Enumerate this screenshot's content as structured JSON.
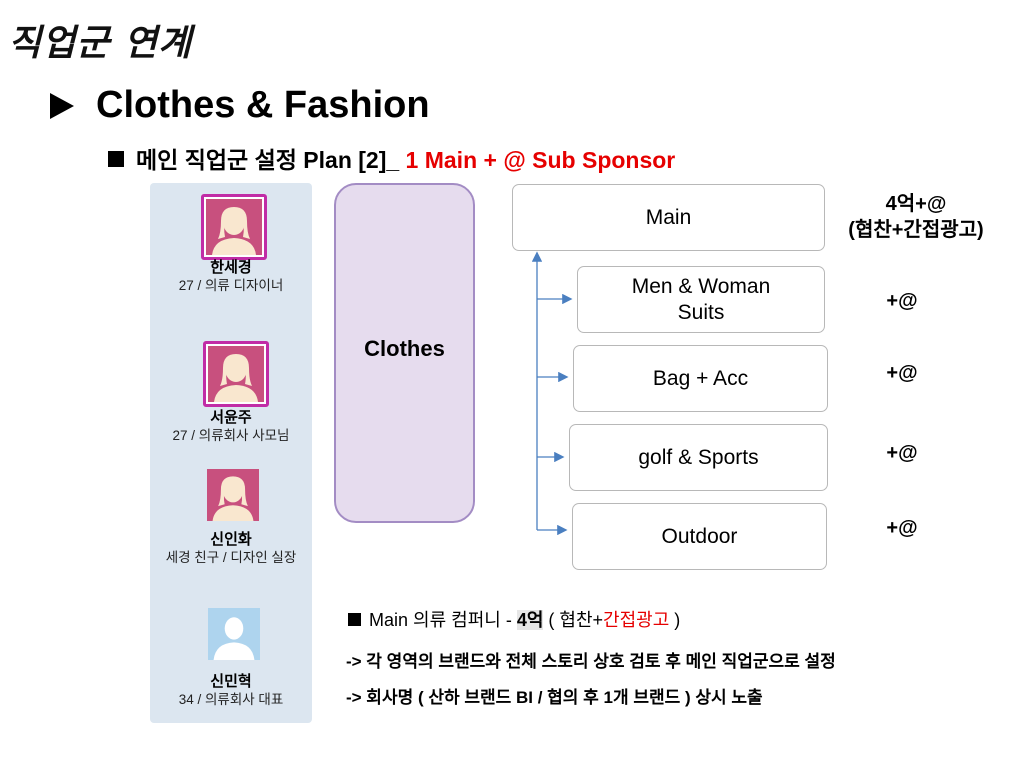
{
  "slide_title": "직업군 연계",
  "heading": "Clothes & Fashion",
  "subheading": {
    "prefix": "메인 직업군 설정 Plan [2]_ ",
    "highlight": "1 Main + @ Sub Sponsor"
  },
  "characters": [
    {
      "name": "한세경",
      "desc": "27 / 의류 디자이너",
      "avatar": "female-avatar-icon"
    },
    {
      "name": "서윤주",
      "desc": "27 / 의류회사 사모님",
      "avatar": "female-avatar-icon"
    },
    {
      "name": "신인화",
      "desc": "세경 친구 / 디자인 실장",
      "avatar": "female-avatar-icon"
    },
    {
      "name": "신민혁",
      "desc": "34 / 의류회사 대표",
      "avatar": "male-avatar-icon"
    }
  ],
  "category": "Clothes",
  "tree": {
    "main": {
      "label": "Main",
      "cost_line1": "4억+@",
      "cost_line2": "(협찬+간접광고)"
    },
    "subs": [
      {
        "line1": "Men & Woman",
        "line2": "Suits",
        "cost": "+@"
      },
      {
        "line1": "Bag + Acc",
        "line2": "",
        "cost": "+@"
      },
      {
        "line1": "golf & Sports",
        "line2": "",
        "cost": "+@"
      },
      {
        "line1": "Outdoor",
        "line2": "",
        "cost": "+@"
      }
    ]
  },
  "notes": {
    "summary_prefix": "Main 의류 컴퍼니 -  ",
    "summary_amount": "4억",
    "summary_open": " ( 협찬+",
    "summary_red": "간접광고",
    "summary_close": " )",
    "line1": "-> 각 영역의 브랜드와 전체 스토리 상호 검토 후 메인 직업군으로 설정",
    "line2": "-> 회사명 ( 산하 브랜드 BI / 협의 후 1개 브랜드  ) 상시 노출"
  },
  "colors": {
    "accent_red": "#e60000",
    "panel_blue": "#dce6f0",
    "category_purple_fill": "#e6dcee",
    "category_purple_border": "#a38cc4",
    "avatar_frame_pink": "#c12ca6",
    "connector_blue": "#4a7fc0"
  }
}
